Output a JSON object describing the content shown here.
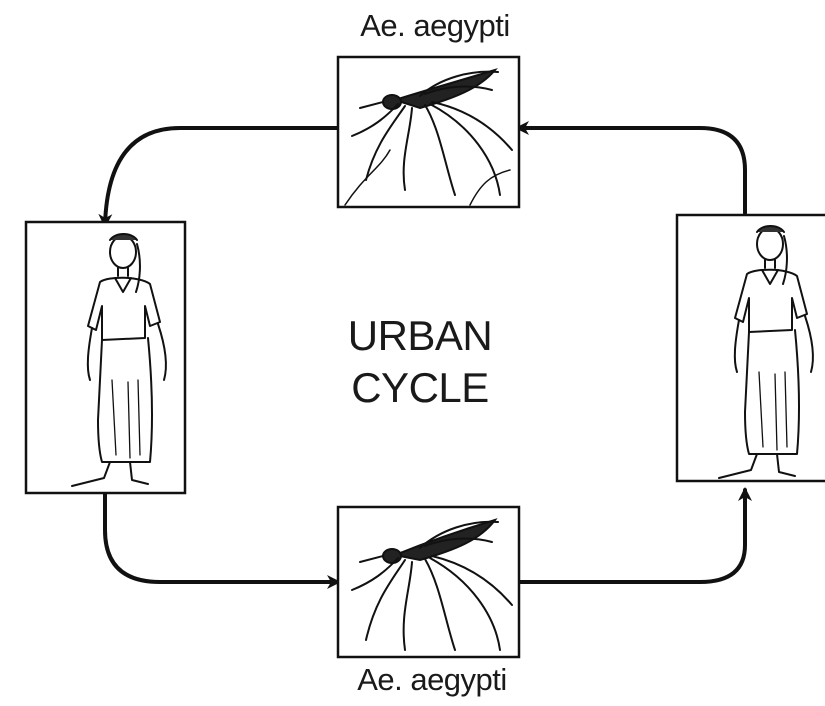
{
  "diagram": {
    "center_title_line1": "URBAN",
    "center_title_line2": "CYCLE",
    "top_vector_label": "Ae. aegypti",
    "bottom_vector_label": "Ae. aegypti",
    "nodes": [
      {
        "role": "vector",
        "icon": "mosquito-icon",
        "position": "top"
      },
      {
        "role": "host",
        "icon": "human-figure-icon",
        "position": "left"
      },
      {
        "role": "vector",
        "icon": "mosquito-icon",
        "position": "bottom"
      },
      {
        "role": "host",
        "icon": "human-figure-icon",
        "position": "right"
      }
    ],
    "flow": [
      "right-host -> top-vector",
      "top-vector -> left-host",
      "left-host -> bottom-vector",
      "bottom-vector -> right-host"
    ]
  }
}
